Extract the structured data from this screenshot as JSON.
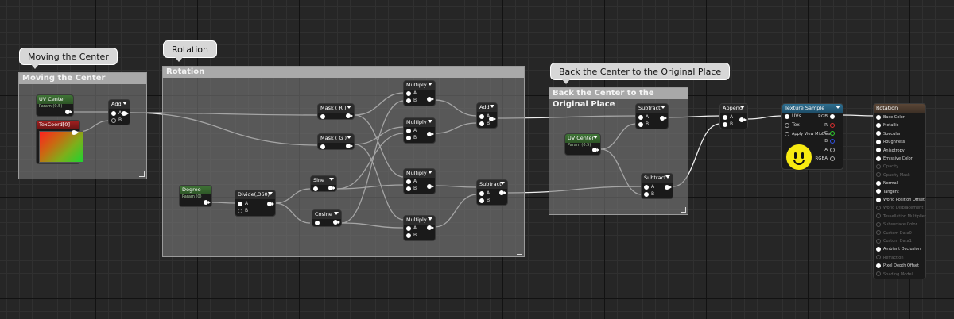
{
  "bubbles": {
    "moving": "Moving the Center",
    "rotation": "Rotation",
    "back": "Back the Center to the Original Place"
  },
  "comments": {
    "moving": "Moving the Center",
    "rotation": "Rotation",
    "back": "Back the Center to the Original Place"
  },
  "nodes": {
    "uv_center_1": {
      "title": "UV Center",
      "subtitle": "Param (0.5)"
    },
    "tex_coord": {
      "title": "TexCoord[0]"
    },
    "add_1": {
      "title": "Add",
      "a": "A",
      "b": "B"
    },
    "mask_r": {
      "title": "Mask ( R )"
    },
    "mask_g": {
      "title": "Mask ( G )"
    },
    "degree": {
      "title": "Degree",
      "subtitle": "Param (0)"
    },
    "divide": {
      "title": "Divide(,360)",
      "a": "A",
      "b": "B"
    },
    "sine": {
      "title": "Sine"
    },
    "cosine": {
      "title": "Cosine"
    },
    "multiply_1": {
      "title": "Multiply",
      "a": "A",
      "b": "B"
    },
    "multiply_2": {
      "title": "Multiply",
      "a": "A",
      "b": "B"
    },
    "multiply_3": {
      "title": "Multiply",
      "a": "A",
      "b": "B"
    },
    "multiply_4": {
      "title": "Multiply",
      "a": "A",
      "b": "B"
    },
    "add_2": {
      "title": "Add",
      "a": "A",
      "b": "B"
    },
    "subtract_1": {
      "title": "Subtract",
      "a": "A",
      "b": "B"
    },
    "uv_center_2": {
      "title": "UV Center",
      "subtitle": "Param (0.5)"
    },
    "subtract_2": {
      "title": "Subtract",
      "a": "A",
      "b": "B"
    },
    "subtract_3": {
      "title": "Subtract",
      "a": "A",
      "b": "B"
    },
    "append": {
      "title": "Append",
      "a": "A",
      "b": "B"
    },
    "texture_sample": {
      "title": "Texture Sample",
      "inputs": [
        "UVs",
        "Tex",
        "Apply View MipBias"
      ],
      "outputs": [
        "RGB",
        "R",
        "G",
        "B",
        "A",
        "RGBA"
      ]
    },
    "rotation": {
      "title": "Rotation",
      "pins": [
        {
          "label": "Base Color",
          "active": true
        },
        {
          "label": "Metallic",
          "active": true
        },
        {
          "label": "Specular",
          "active": true
        },
        {
          "label": "Roughness",
          "active": true
        },
        {
          "label": "Anisotropy",
          "active": true
        },
        {
          "label": "Emissive Color",
          "active": true
        },
        {
          "label": "Opacity",
          "active": false
        },
        {
          "label": "Opacity Mask",
          "active": false
        },
        {
          "label": "Normal",
          "active": true
        },
        {
          "label": "Tangent",
          "active": true
        },
        {
          "label": "World Position Offset",
          "active": true
        },
        {
          "label": "World Displacement",
          "active": false
        },
        {
          "label": "Tessellation Multiplier",
          "active": false
        },
        {
          "label": "Subsurface Color",
          "active": false
        },
        {
          "label": "Custom Data0",
          "active": false
        },
        {
          "label": "Custom Data1",
          "active": false
        },
        {
          "label": "Ambient Occlusion",
          "active": true
        },
        {
          "label": "Refraction",
          "active": false
        },
        {
          "label": "Pixel Depth Offset",
          "active": true
        },
        {
          "label": "Shading Model",
          "active": false
        }
      ]
    }
  }
}
